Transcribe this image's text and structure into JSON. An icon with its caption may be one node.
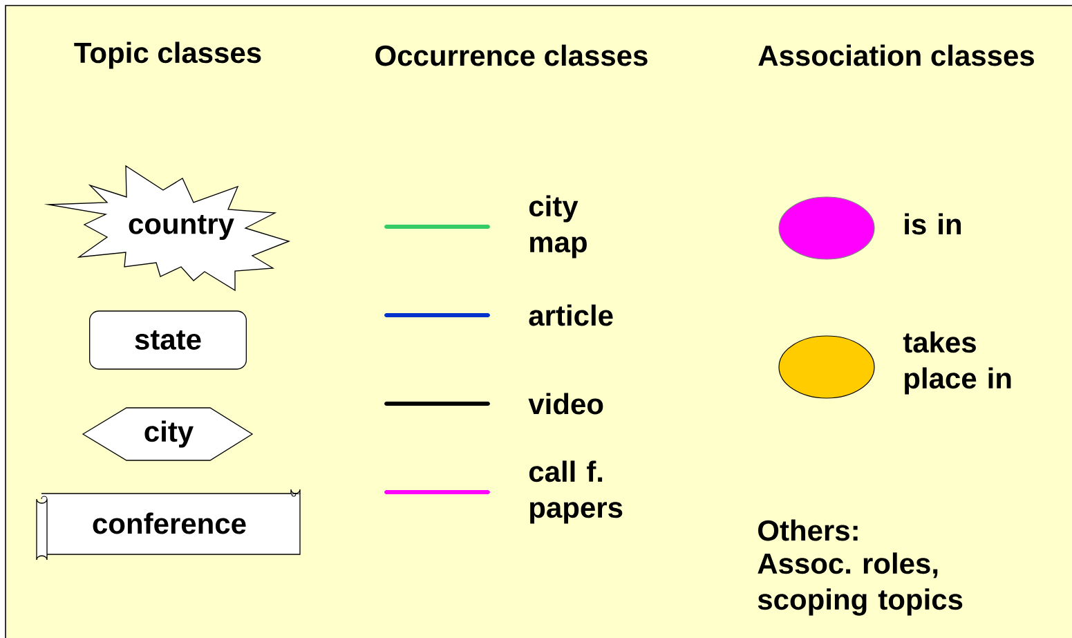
{
  "diagram": {
    "nodes": [
      {
        "text": [
          "country"
        ]
      },
      {
        "text": [
          "state"
        ]
      },
      {
        "text": [
          "city"
        ]
      },
      {
        "text": [
          "conference"
        ]
      }
    ],
    "labels": [
      "Topic classes",
      "Occurrence classes",
      "Association classes",
      "Others:",
      "Assoc. roles, scoping topics"
    ],
    "legend": [
      {
        "text": "city map",
        "color": "#33cc66"
      },
      {
        "text": "article",
        "color": "#0033cc"
      },
      {
        "text": "video",
        "color": "#000000"
      },
      {
        "text": "call f. papers",
        "color": "#ff00ff"
      },
      {
        "text": "is in",
        "color": "#ff00ff"
      },
      {
        "text": "takes place in",
        "color": "#ffcc00"
      }
    ]
  }
}
